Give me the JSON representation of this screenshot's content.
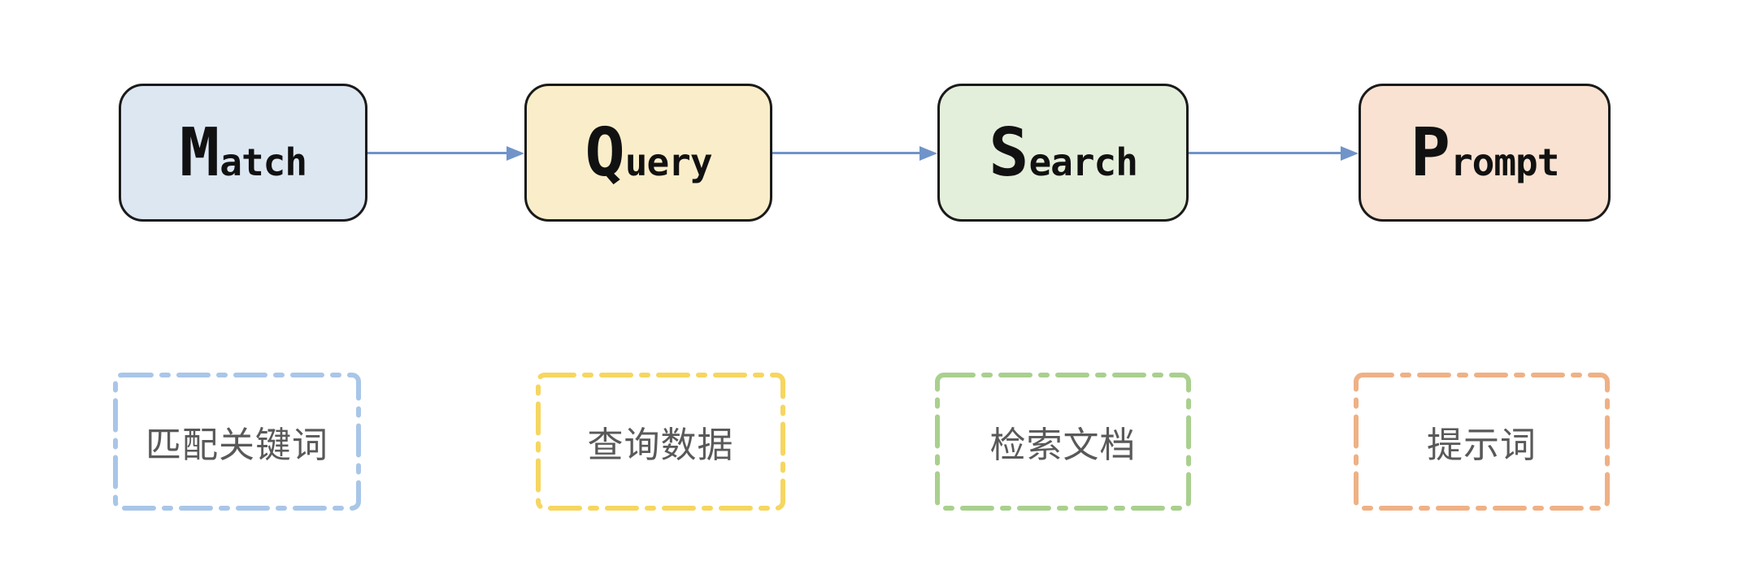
{
  "diagram": {
    "steps": [
      {
        "label": "Match",
        "initial": "M",
        "rest": "atch",
        "note_zh": "匹配关键词"
      },
      {
        "label": "Query",
        "initial": "Q",
        "rest": "uery",
        "note_zh": "查询数据"
      },
      {
        "label": "Search",
        "initial": "S",
        "rest": "earch",
        "note_zh": "检索文档"
      },
      {
        "label": "Prompt",
        "initial": "P",
        "rest": "rompt",
        "note_zh": "提示词"
      }
    ],
    "colors": {
      "box_fill_match": "#dde7f2",
      "box_fill_query": "#faeeca",
      "box_fill_search": "#e4efdb",
      "box_fill_prompt": "#f9e2d2",
      "box_border": "#1a1a1a",
      "arrow": "#7094c9",
      "dash_match": "#a9c6e8",
      "dash_query": "#f6d65f",
      "dash_search": "#a9d08e",
      "dash_prompt": "#efb185",
      "note_text": "#595959"
    }
  }
}
